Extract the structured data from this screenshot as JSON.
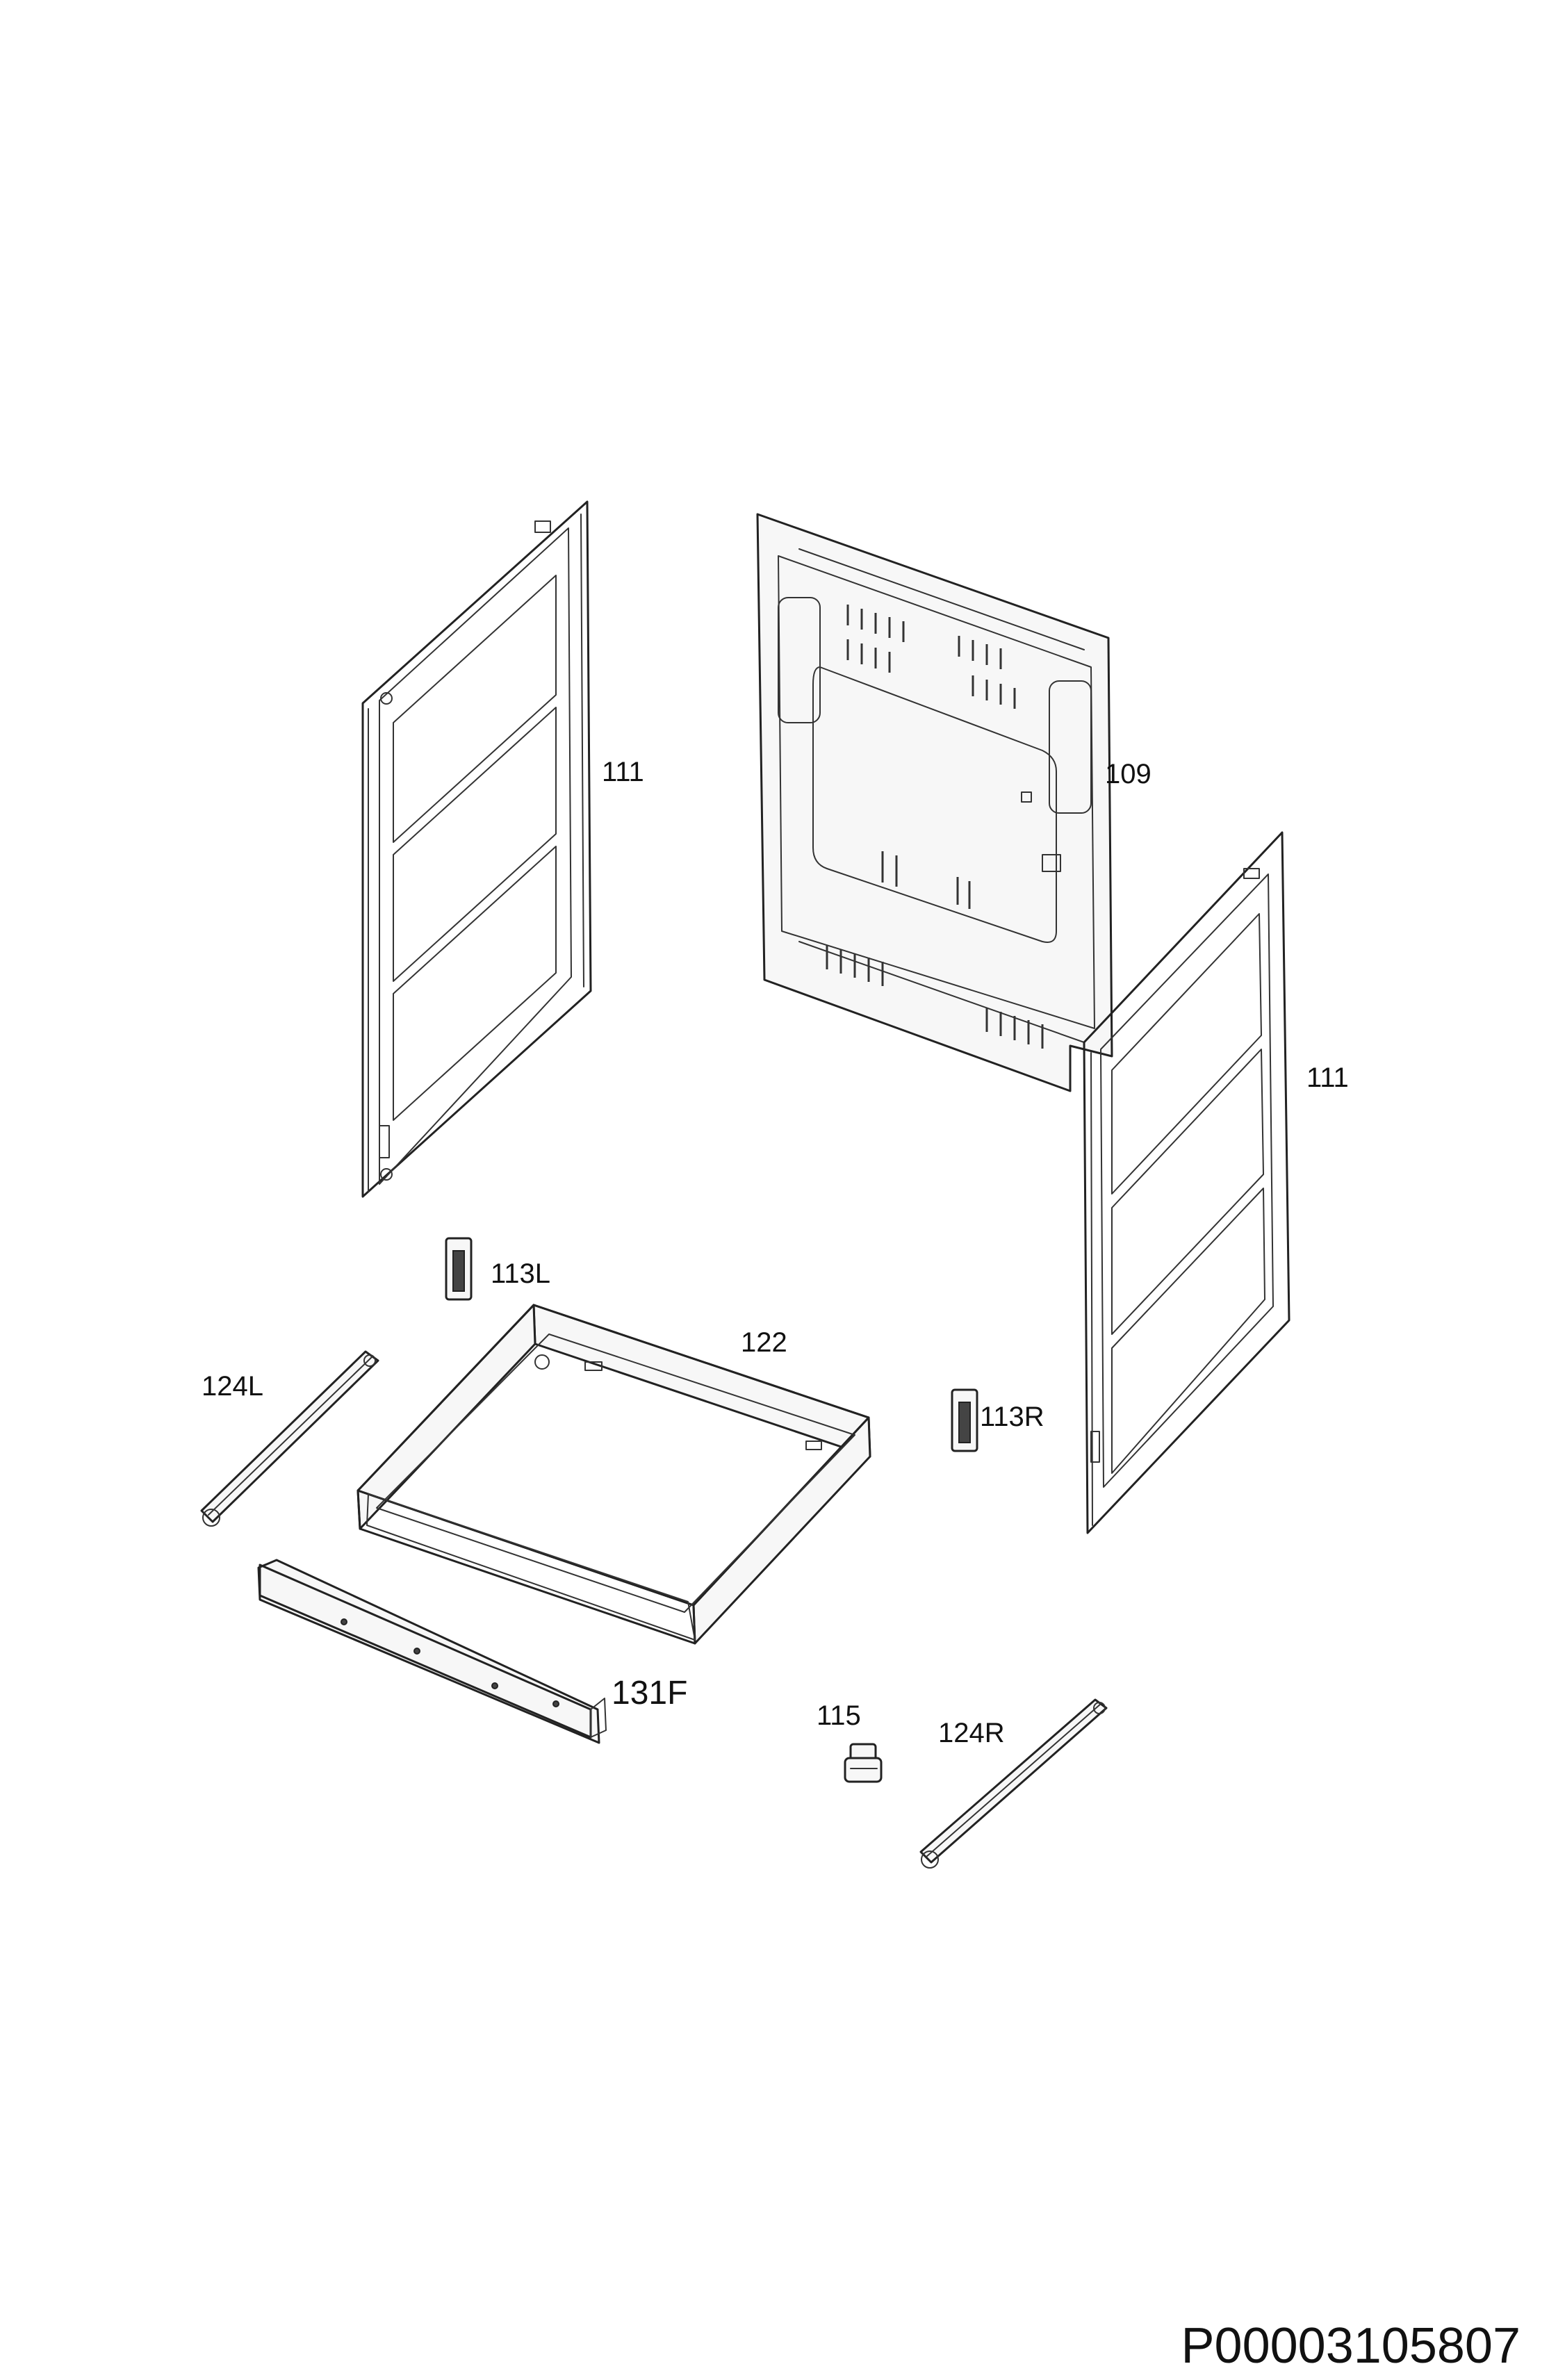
{
  "diagram": {
    "labels": {
      "side_panel_left": "111",
      "back_panel": "109",
      "side_panel_right": "111",
      "hinge_left": "113L",
      "drawer_tray": "122",
      "runner_left": "124L",
      "hinge_right": "113R",
      "front_panel": "131F",
      "foot": "115",
      "runner_right": "124R"
    },
    "document_code": "P00003105807"
  }
}
